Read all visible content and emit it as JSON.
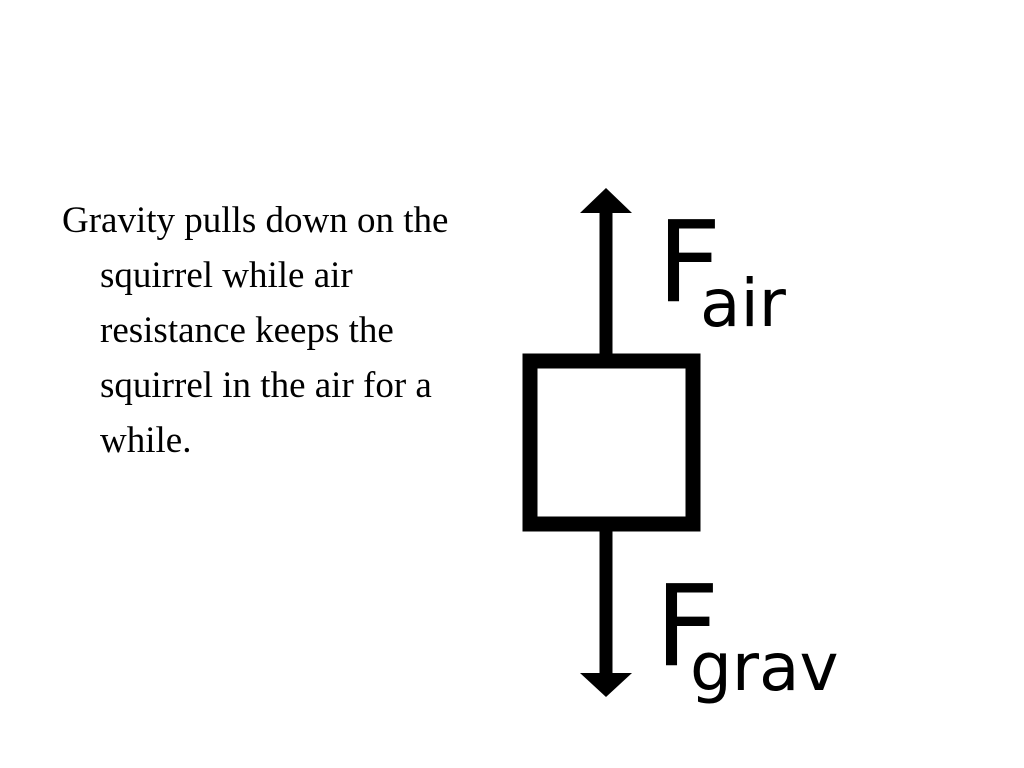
{
  "text": {
    "paragraph": "Gravity pulls down on the squirrel while air resistance keeps the squirrel in the air for a while."
  },
  "diagram": {
    "up_force": {
      "symbol": "F",
      "subscript": "air"
    },
    "down_force": {
      "symbol": "F",
      "subscript": "grav"
    }
  },
  "colors": {
    "background": "#ffffff",
    "ink": "#000000"
  }
}
